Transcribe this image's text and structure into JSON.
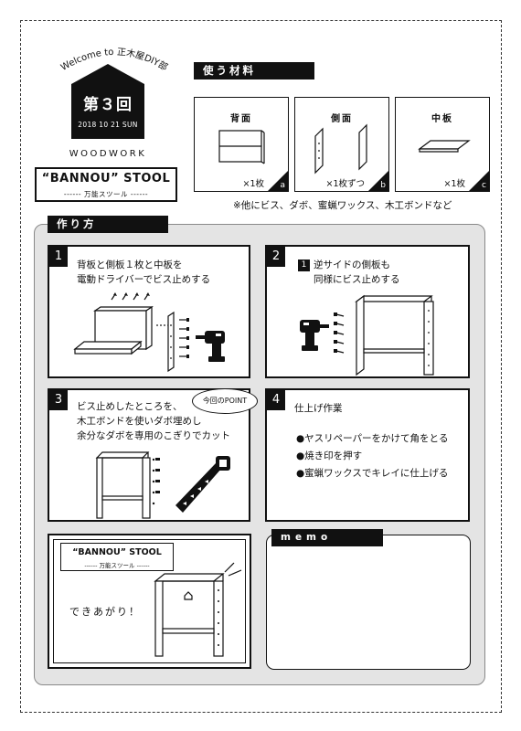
{
  "header": {
    "welcome_arc": "Welcome to 正木屋DIY部",
    "session": "第３回",
    "date": "2018 10 21 SUN",
    "category": "WOODWORK",
    "project_title": "“BANNOU” STOOL",
    "project_subtitle": "------ 万能スツール ------"
  },
  "materials": {
    "label": "使う材料",
    "items": [
      {
        "name": "背面",
        "qty": "×1枚",
        "letter": "a"
      },
      {
        "name": "側面",
        "qty": "×1枚ずつ",
        "letter": "b"
      },
      {
        "name": "中板",
        "qty": "×1枚",
        "letter": "c"
      }
    ],
    "note": "※他にビス、ダボ、蜜蝋ワックス、木工ボンドなど"
  },
  "howto": {
    "label": "作り方",
    "steps": [
      {
        "num": "1",
        "lines": [
          "背板と側板１枚と中板を",
          "電動ドライバーでビス止めする"
        ]
      },
      {
        "num": "2",
        "sub": "1",
        "lines": [
          "逆サイドの側板も",
          "同様にビス止めする"
        ]
      },
      {
        "num": "3",
        "lines": [
          "ビス止めしたところを、",
          "木工ボンドを使いダボ埋めし",
          "余分なダボを専用のこぎりでカット"
        ],
        "point": "今回のPOINT"
      },
      {
        "num": "4",
        "title": "仕上げ作業",
        "bullets": [
          "●ヤスリペーパーをかけて角をとる",
          "●焼き印を押す",
          "●蜜蝋ワックスでキレイに仕上げる"
        ]
      }
    ],
    "done": {
      "tag_title": "“BANNOU” STOOL",
      "tag_subtitle": "------ 万能スツール ------",
      "text": "できあがり！"
    },
    "memo_label": "memo"
  }
}
